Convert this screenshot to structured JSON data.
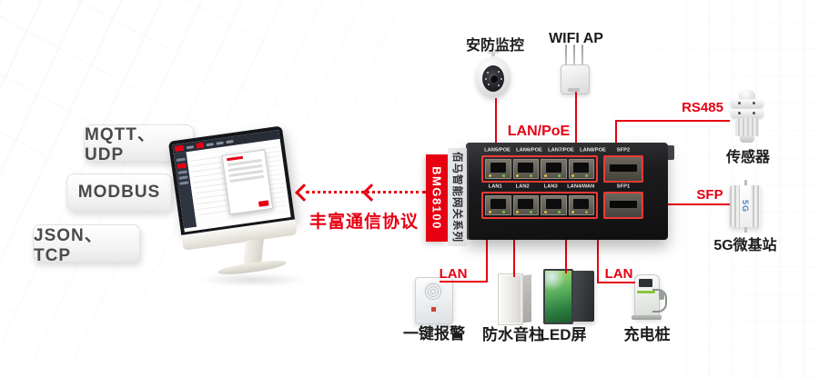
{
  "colors": {
    "accent": "#e60012",
    "device_black": "#1a1a1c",
    "label_dark": "#1c1c1c"
  },
  "protocols": {
    "boxes": [
      "MQTT、UDP",
      "MODBUS",
      "JSON、TCP"
    ],
    "arrow_label": "丰富通信协议"
  },
  "gateway": {
    "model": "BMG8100",
    "series": "佰马智能网关系列",
    "top_port_labels": [
      "LAN5/POE",
      "LAN6/POE",
      "LAN7/POE",
      "LAN8/POE"
    ],
    "bottom_port_labels": [
      "LAN1",
      "LAN2",
      "LAN3",
      "LAN4/WAN"
    ],
    "sfp_top": "SFP2",
    "sfp_bottom": "SFP1"
  },
  "connection_labels": {
    "lan_poe": "LAN/PoE",
    "rs485": "RS485",
    "sfp": "SFP",
    "lan_left": "LAN",
    "lan_right": "LAN"
  },
  "devices": {
    "camera": "安防监控",
    "wifi_ap": "WIFI AP",
    "sensor": "传感器",
    "bts5g": "5G微基站",
    "bts5g_marking": "5G",
    "alarm": "一键报警",
    "speaker": "防水音柱",
    "led": "LED屏",
    "charger": "充电桩"
  }
}
